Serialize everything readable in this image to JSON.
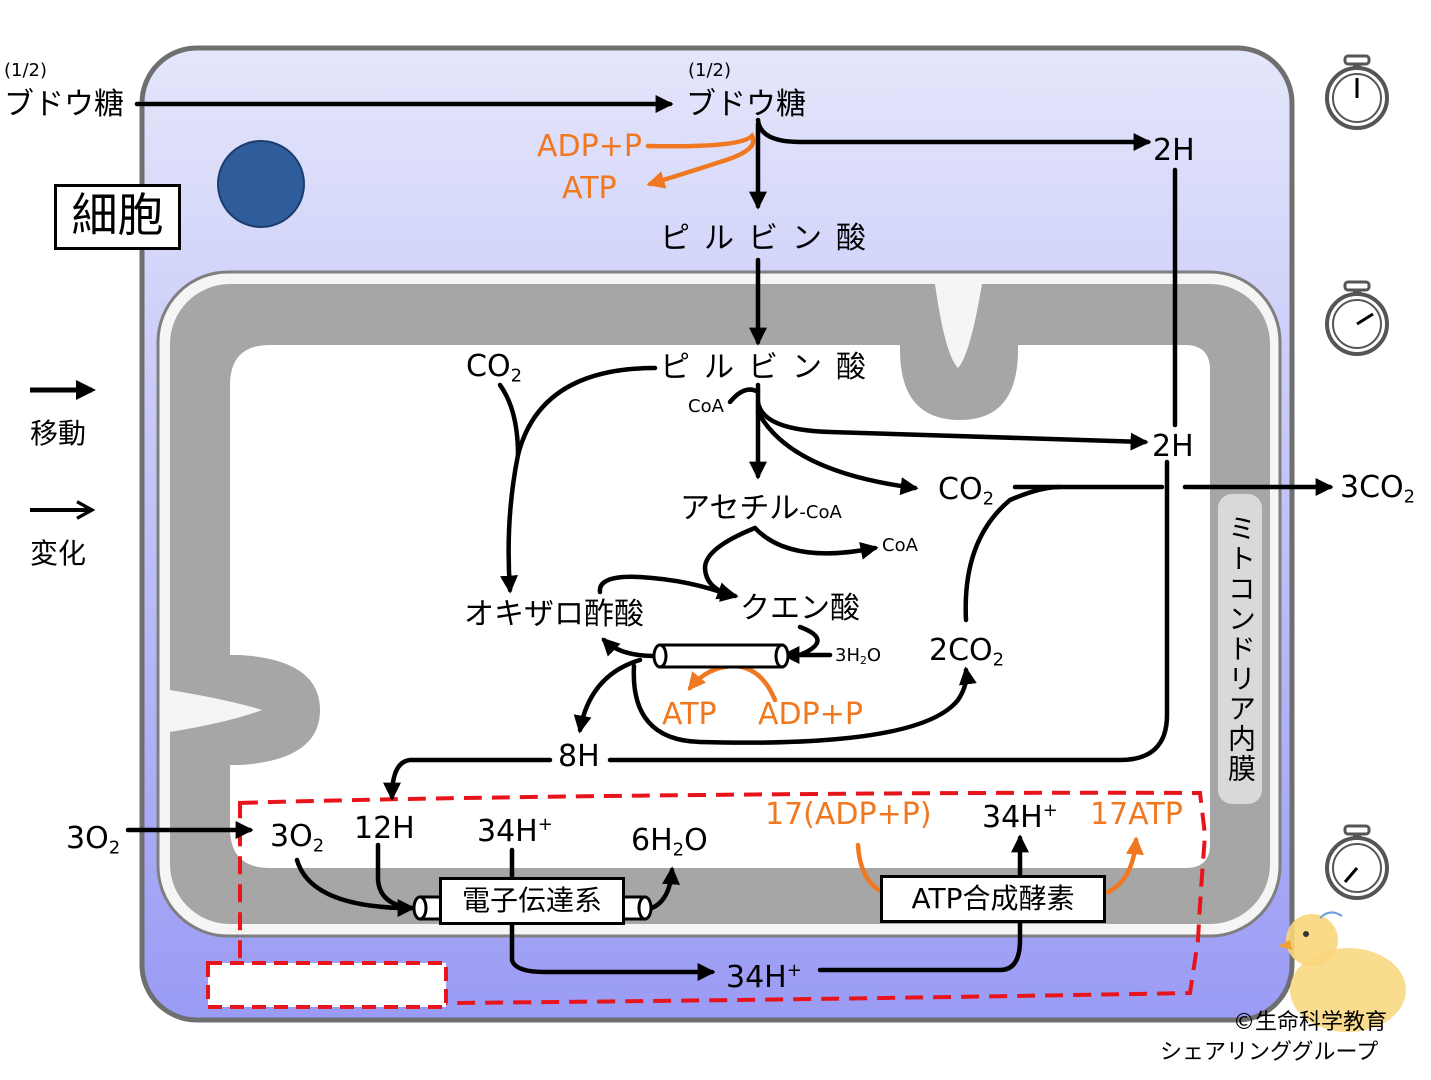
{
  "labels": {
    "cell": "細胞",
    "glucose_outside_fraction": "(1/2)",
    "glucose_outside": "ブドウ糖",
    "glucose_inside_fraction": "(1/2)",
    "glucose_inside": "ブドウ糖",
    "adp_p_glycolysis": "ADP+P",
    "atp_glycolysis": "ATP",
    "two_h_top": "2H",
    "pyruvate_cytoplasm": "ピルビン酸",
    "pyruvate_matrix": "ピルビン酸",
    "co2_left_base": "CO",
    "co2_left_sub": "2",
    "coa_small_1": "CoA",
    "two_h_mid": "2H",
    "co2_mid_base": "CO",
    "co2_mid_sub": "2",
    "three_co2_base": "3CO",
    "three_co2_sub": "2",
    "acetyl_coa_main": "アセチル",
    "acetyl_coa_suffix": "-CoA",
    "coa_small_2": "CoA",
    "oxaloacetate": "オキザロ酢酸",
    "citrate": "クエン酸",
    "water_input_a": "3H",
    "water_input_sub": "2",
    "water_input_b": "O",
    "two_co2_base": "2CO",
    "two_co2_sub": "2",
    "atp_cycle": "ATP",
    "adp_p_cycle": "ADP+P",
    "eight_h": "8H",
    "twelve_h": "12H",
    "o2_outside_base": "3O",
    "o2_outside_sub": "2",
    "o2_inside_base": "3O",
    "o2_inside_sub": "2",
    "h_plus_34_left_base": "34H",
    "h_plus_34_left_sup": "+",
    "water_out_a": "6H",
    "water_out_sub": "2",
    "water_out_b": "O",
    "adp_p_17": "17(ADP+P)",
    "h_plus_34_right_base": "34H",
    "h_plus_34_right_sup": "+",
    "atp_17": "17ATP",
    "electron_transport": "電子伝達系",
    "atp_synthase": "ATP合成酵素",
    "h_plus_34_bottom_base": "34H",
    "h_plus_34_bottom_sup": "+",
    "inner_membrane": "ミトコンドリア内膜",
    "legend_move": "移動",
    "legend_change": "変化",
    "copyright_line1": "©生命科学教育",
    "copyright_line2": "シェアリンググループ"
  },
  "icons": [
    "stopwatch-icon",
    "stopwatch-icon",
    "stopwatch-icon",
    "duck-icon",
    "nucleus-icon"
  ],
  "colors": {
    "arrow": "#000000",
    "atp_arrow": "#f07820",
    "dashed_region": "#e8141c",
    "cell_fill_top": "#e2e4fb",
    "cell_fill_bottom": "#9c9df5",
    "membrane": "#a6a6a6",
    "nucleus": "#2f5c9b"
  }
}
